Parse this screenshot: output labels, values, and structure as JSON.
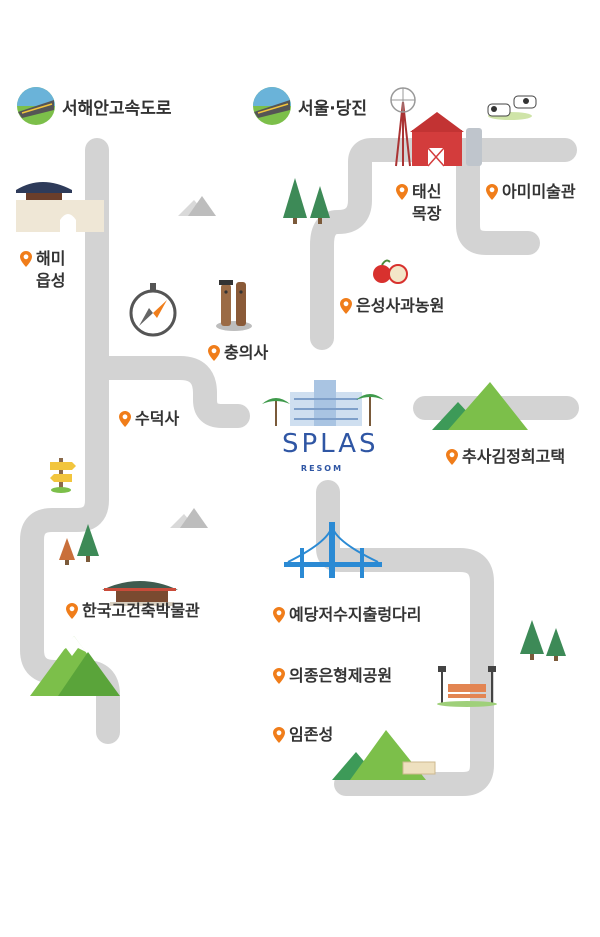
{
  "roads": {
    "west": "서해안고속도로",
    "east": "서울·당진"
  },
  "places": {
    "haemi": "해미\n읍성",
    "chungui": "충의사",
    "sudeok": "수덕사",
    "museum": "한국고건축박물관",
    "taesin": "태신\n목장",
    "amimi": "아미미술관",
    "eunseong": "은성사과농원",
    "chusa": "추사김정희고택",
    "yedang": "예당저수지출렁다리",
    "uijong": "의종은형제공원",
    "imjon": "임존성"
  },
  "brand": {
    "name": "SPLAS",
    "sub": "RESOM"
  },
  "colors": {
    "road": "#d3d3d3",
    "pin": "#f07d1a",
    "brand": "#2f56a4",
    "mountain": "#7cbf4a"
  },
  "icons": [
    "road-icon",
    "pin-icon",
    "fortress-icon",
    "compass-icon",
    "statue-icon",
    "signpost-icon",
    "tree-icon",
    "rock-icon",
    "mountain-icon",
    "barn-icon",
    "cow-icon",
    "apple-icon",
    "hotel-icon",
    "bridge-icon",
    "bench-icon",
    "hanok-icon"
  ]
}
